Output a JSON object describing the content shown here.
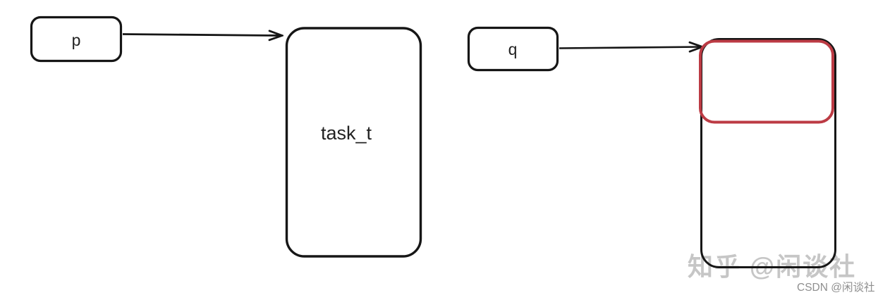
{
  "diagram": {
    "left_group": {
      "pointer_label": "p",
      "struct_label": "task_t"
    },
    "right_group": {
      "pointer_label": "q"
    },
    "watermarks": {
      "zhihu": "知乎 @闲谈社",
      "csdn": "CSDN @闲谈社"
    },
    "colors": {
      "stroke": "#161616",
      "label_text": "#222222",
      "highlight_red": "#bc3b44",
      "watermark_zhihu": "#c6c6c6",
      "watermark_csdn": "#8f8f8f"
    }
  }
}
